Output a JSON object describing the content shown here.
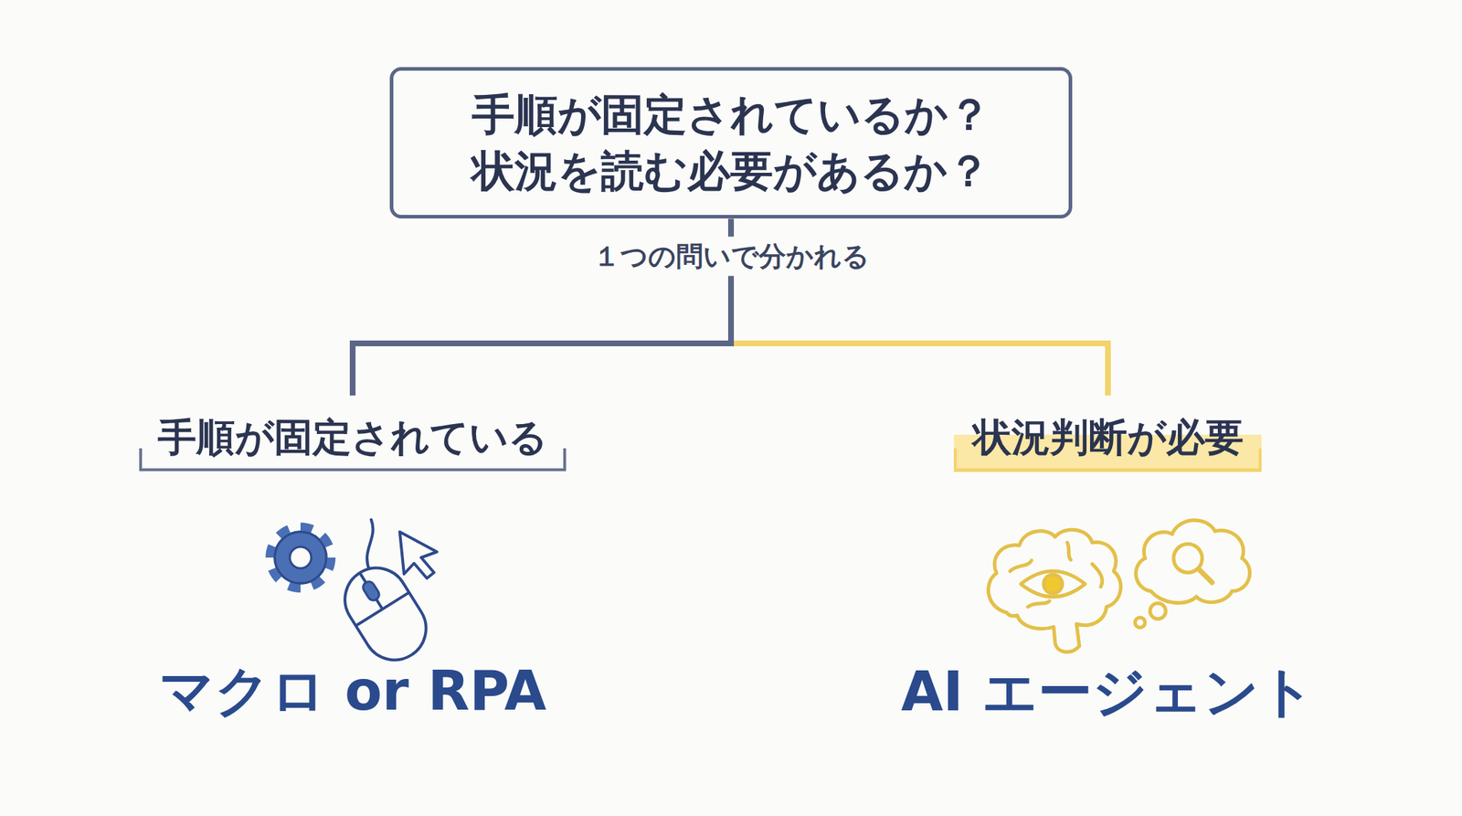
{
  "diagram": {
    "nodes": [
      {
        "text": [
          "手順が固定されているか？ 状況を読む必要があるか？"
        ]
      },
      {
        "text": [
          "手順が固定されている",
          "マクロ or RPA"
        ]
      },
      {
        "text": [
          "状況判断が必要",
          "AI エージェント"
        ]
      }
    ],
    "edges": [
      {
        "from": 0,
        "to": 1,
        "arrow": "none"
      },
      {
        "from": 0,
        "to": 2,
        "arrow": "none"
      }
    ],
    "labels": [
      "１つの問いで分かれる"
    ]
  }
}
